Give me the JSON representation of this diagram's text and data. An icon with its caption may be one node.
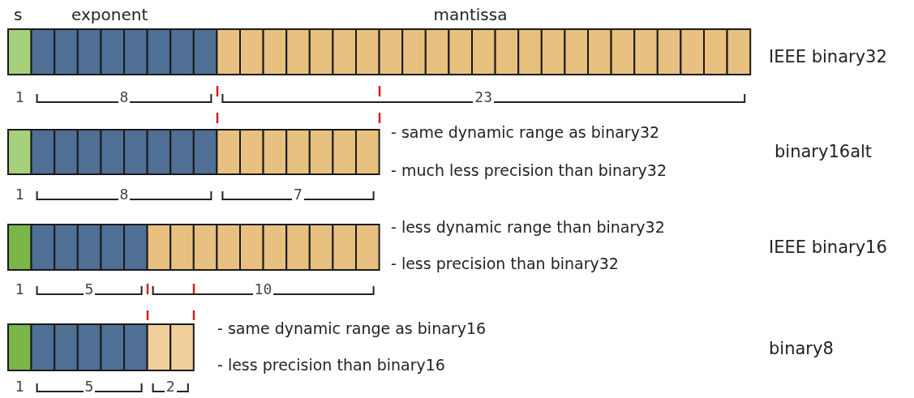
{
  "diagram": {
    "labels": [
      "s",
      "exponent",
      "mantissa",
      "IEEE binary32",
      "1",
      "8",
      "23",
      "- same dynamic range as binary32",
      "binary16alt",
      "- much less precision than binary32",
      "1",
      "8",
      "7",
      "- less dynamic range than binary32",
      "IEEE binary16",
      "- less precision than binary32",
      "1",
      "5",
      "10",
      "- same dynamic range as binary16",
      "binary8",
      "- less precision than binary16",
      "1",
      "5",
      "2"
    ]
  }
}
